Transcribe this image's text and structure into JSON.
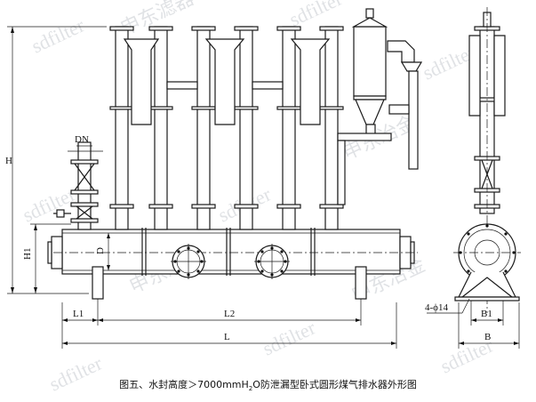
{
  "dimension_labels": {
    "H": "H",
    "H1": "H1",
    "D": "D",
    "DN": "DN",
    "L1": "L1",
    "L2": "L2",
    "L": "L",
    "B1": "B1",
    "B": "B",
    "bolt_holes": "4-ϕ14"
  },
  "watermarks": [
    "sdfilter",
    "申东滤器",
    "sdfilter",
    "申东冶金",
    "sdfilter",
    "申东冶金",
    "sdfilter",
    "sdfilter",
    "申东冶金",
    "sdfilter",
    "sdfilter",
    "sdfilter"
  ],
  "caption": {
    "prefix": "图五、水封高度＞7000mmH",
    "sub": "2",
    "suffix": "O防泄漏型卧式圆形煤气排水器外形图"
  }
}
